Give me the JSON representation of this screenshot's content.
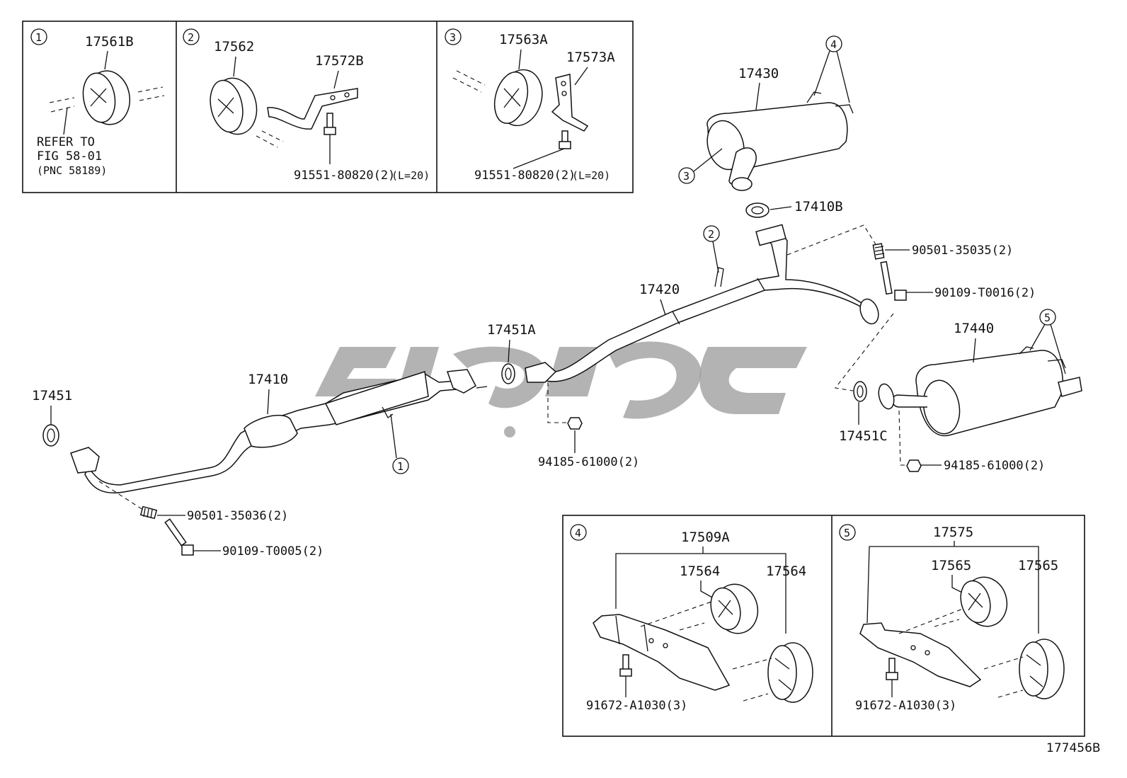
{
  "inset_boxes": [
    {
      "num": "1",
      "labels": [
        "17561B"
      ],
      "note": [
        "REFER TO",
        "FIG 58-01",
        "(PNC 58189)"
      ]
    },
    {
      "num": "2",
      "labels": [
        "17562",
        "17572B"
      ],
      "bolt": "91551-80820(2)",
      "bolt_note": "(L=20)"
    },
    {
      "num": "3",
      "labels": [
        "17563A",
        "17573A"
      ],
      "bolt": "91551-80820(2)",
      "bolt_note": "(L=20)"
    }
  ],
  "bottom_boxes": [
    {
      "num": "4",
      "group": "17509A",
      "hangers": [
        "17564",
        "17564"
      ],
      "bolt": "91672-A1030(3)"
    },
    {
      "num": "5",
      "group": "17575",
      "hangers": [
        "17565",
        "17565"
      ],
      "bolt": "91672-A1030(3)"
    }
  ],
  "parts": {
    "p17430": "17430",
    "p17410B": "17410B",
    "p17420": "17420",
    "p17451A": "17451A",
    "p17410": "17410",
    "p17451": "17451",
    "p17440": "17440",
    "p17451C": "17451C",
    "b1": "90501-35035(2)",
    "b2": "90109-T0016(2)",
    "b3": "94185-61000(2)",
    "b4": "94185-61000(2)",
    "b5": "90501-35036(2)",
    "b6": "90109-T0005(2)"
  },
  "callouts": {
    "c1": "1",
    "c2": "2",
    "c3": "3",
    "c4": "4",
    "c5": "5"
  },
  "figure_id": "177456B"
}
